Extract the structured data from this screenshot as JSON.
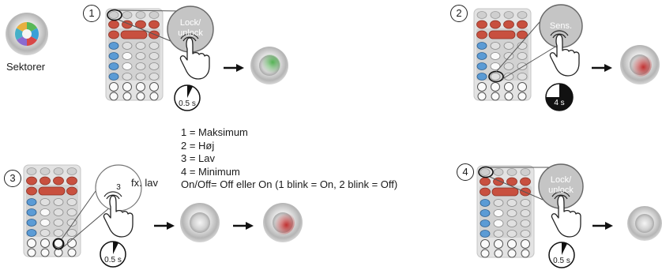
{
  "sectors_label": "Sektorer",
  "steps": {
    "s1": {
      "num": "1",
      "bubble": "Lock/\nunlock",
      "timer": "0.5 s"
    },
    "s2": {
      "num": "2",
      "bubble": "Sens.",
      "timer": "4 s"
    },
    "s3": {
      "num": "3",
      "bubble": "3",
      "note": "fx. lav",
      "timer": "0.5 s"
    },
    "s4": {
      "num": "4",
      "bubble": "Lock/\nunlock",
      "timer": "0.5 s"
    }
  },
  "legend": [
    "1 = Maksimum",
    "2 = Høj",
    "3 = Lav",
    "4 = Minimum",
    "On/Off= Off eller On (1 blink = On, 2 blink = Off)"
  ],
  "colors": {
    "red_button": "#c8503f",
    "blue_button": "#5b9bd5",
    "remote_body": "#e2e2e2",
    "green_sector": "#5bb35b",
    "red_sector": "#c03030"
  },
  "icons": [
    "remote-control-icon",
    "pointing-hand-icon",
    "timer-icon",
    "arrow-right-icon",
    "sensor-led-icon"
  ]
}
